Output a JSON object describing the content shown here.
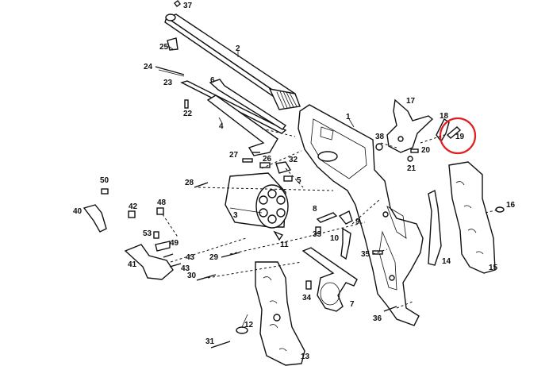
{
  "labels": {
    "p1": "1",
    "p2": "2",
    "p3": "3",
    "p4": "4",
    "p5": "5",
    "p6": "6",
    "p7": "7",
    "p8": "8",
    "p9": "9",
    "p10": "10",
    "p11": "11",
    "p12": "12",
    "p13": "13",
    "p14": "14",
    "p15": "15",
    "p16": "16",
    "p17": "17",
    "p18": "18",
    "p19": "19",
    "p20": "20",
    "p21": "21",
    "p22": "22",
    "p23": "23",
    "p24": "24",
    "p25": "25",
    "p26": "26",
    "p27": "27",
    "p28": "28",
    "p29": "29",
    "p30": "30",
    "p31": "31",
    "p32": "32",
    "p33": "33",
    "p34": "34",
    "p35": "35",
    "p36": "36",
    "p37": "37",
    "p38": "38",
    "p40": "40",
    "p41": "41",
    "p42": "42",
    "p43a": "43",
    "p43b": "43",
    "p48": "48",
    "p49": "49",
    "p50": "50",
    "p53": "53"
  },
  "highlight": {
    "part": "19",
    "color": "#e02020"
  }
}
